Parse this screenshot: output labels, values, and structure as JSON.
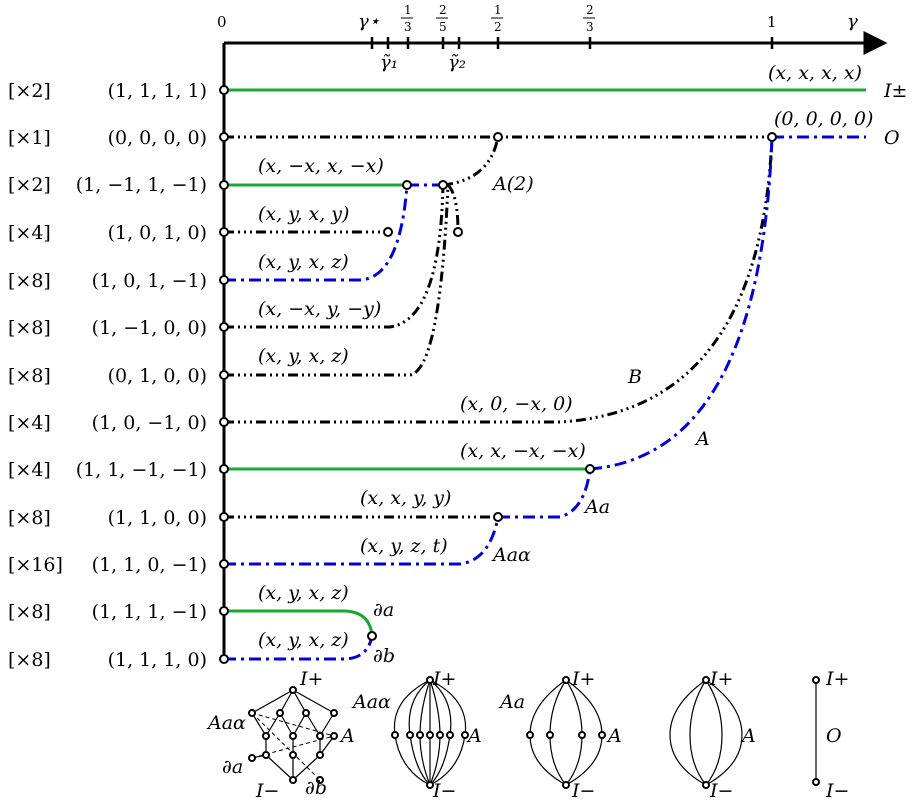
{
  "axis": {
    "origin": "0",
    "gamma_star": "γ⋆",
    "gamma": "γ",
    "one": "1",
    "third_num": "1",
    "third_den": "3",
    "twofifth_num": "2",
    "twofifth_den": "5",
    "half_num": "1",
    "half_den": "2",
    "twothird_num": "2",
    "twothird_den": "3",
    "gamma1": "γ̃₁",
    "gamma2": "γ̃₂"
  },
  "rows": [
    {
      "mult": "[×2]",
      "vec": "(1, 1, 1, 1)"
    },
    {
      "mult": "[×1]",
      "vec": "(0, 0, 0, 0)"
    },
    {
      "mult": "[×2]",
      "vec": "(1, −1, 1, −1)"
    },
    {
      "mult": "[×4]",
      "vec": "(1, 0, 1, 0)"
    },
    {
      "mult": "[×8]",
      "vec": "(1, 0, 1, −1)"
    },
    {
      "mult": "[×8]",
      "vec": "(1, −1, 0, 0)"
    },
    {
      "mult": "[×8]",
      "vec": "(0, 1, 0, 0)"
    },
    {
      "mult": "[×4]",
      "vec": "(1, 0, −1, 0)"
    },
    {
      "mult": "[×4]",
      "vec": "(1, 1, −1, −1)"
    },
    {
      "mult": "[×8]",
      "vec": "(1, 1, 0, 0)"
    },
    {
      "mult": "[×16]",
      "vec": "(1, 1, 0, −1)"
    },
    {
      "mult": "[×8]",
      "vec": "(1, 1, 1, −1)"
    },
    {
      "mult": "[×8]",
      "vec": "(1, 1, 1, 0)"
    }
  ],
  "branch_labels": {
    "xxxx": "(x, x, x, x)",
    "zero": "(0, 0, 0, 0)",
    "x_mx_x_mx": "(x, −x, x, −x)",
    "xyxy": "(x, y, x, y)",
    "xyxz_a": "(x, y, x, z)",
    "x_mx_y_my": "(x, −x, y, −y)",
    "xyxz_b": "(x, y, x, z)",
    "x0mx0": "(x, 0, −x, 0)",
    "xxmxmx": "(x, x, −x, −x)",
    "xxyy": "(x, x, y, y)",
    "xyzt": "(x, y, z, t)",
    "xyxz_c": "(x, y, x, z)",
    "xyxz_d": "(x, y, x, z)"
  },
  "phase_labels": {
    "I_pm": "I±",
    "O": "O",
    "A2": "A(2)",
    "B": "B",
    "A": "A",
    "Aa": "Aa",
    "Aaalpha": "Aaα",
    "da": "∂a",
    "db": "∂b"
  },
  "lattices": {
    "l1": {
      "top": "I+",
      "bottom": "I−",
      "left": "Aaα",
      "right": "A",
      "left2": "∂a",
      "bottom2": "∂b"
    },
    "l2": {
      "top": "I+",
      "bottom": "I−",
      "left": "Aaα",
      "right": "A"
    },
    "l3": {
      "top": "I+",
      "bottom": "I−",
      "left": "Aa",
      "right": "A"
    },
    "l4": {
      "top": "I+",
      "bottom": "I−",
      "right": "A"
    },
    "l5": {
      "top": "I+",
      "mid": "O",
      "bottom": "I−"
    }
  },
  "colors": {
    "green": "#1aa833",
    "blue": "#0000dd",
    "black": "#000000"
  }
}
